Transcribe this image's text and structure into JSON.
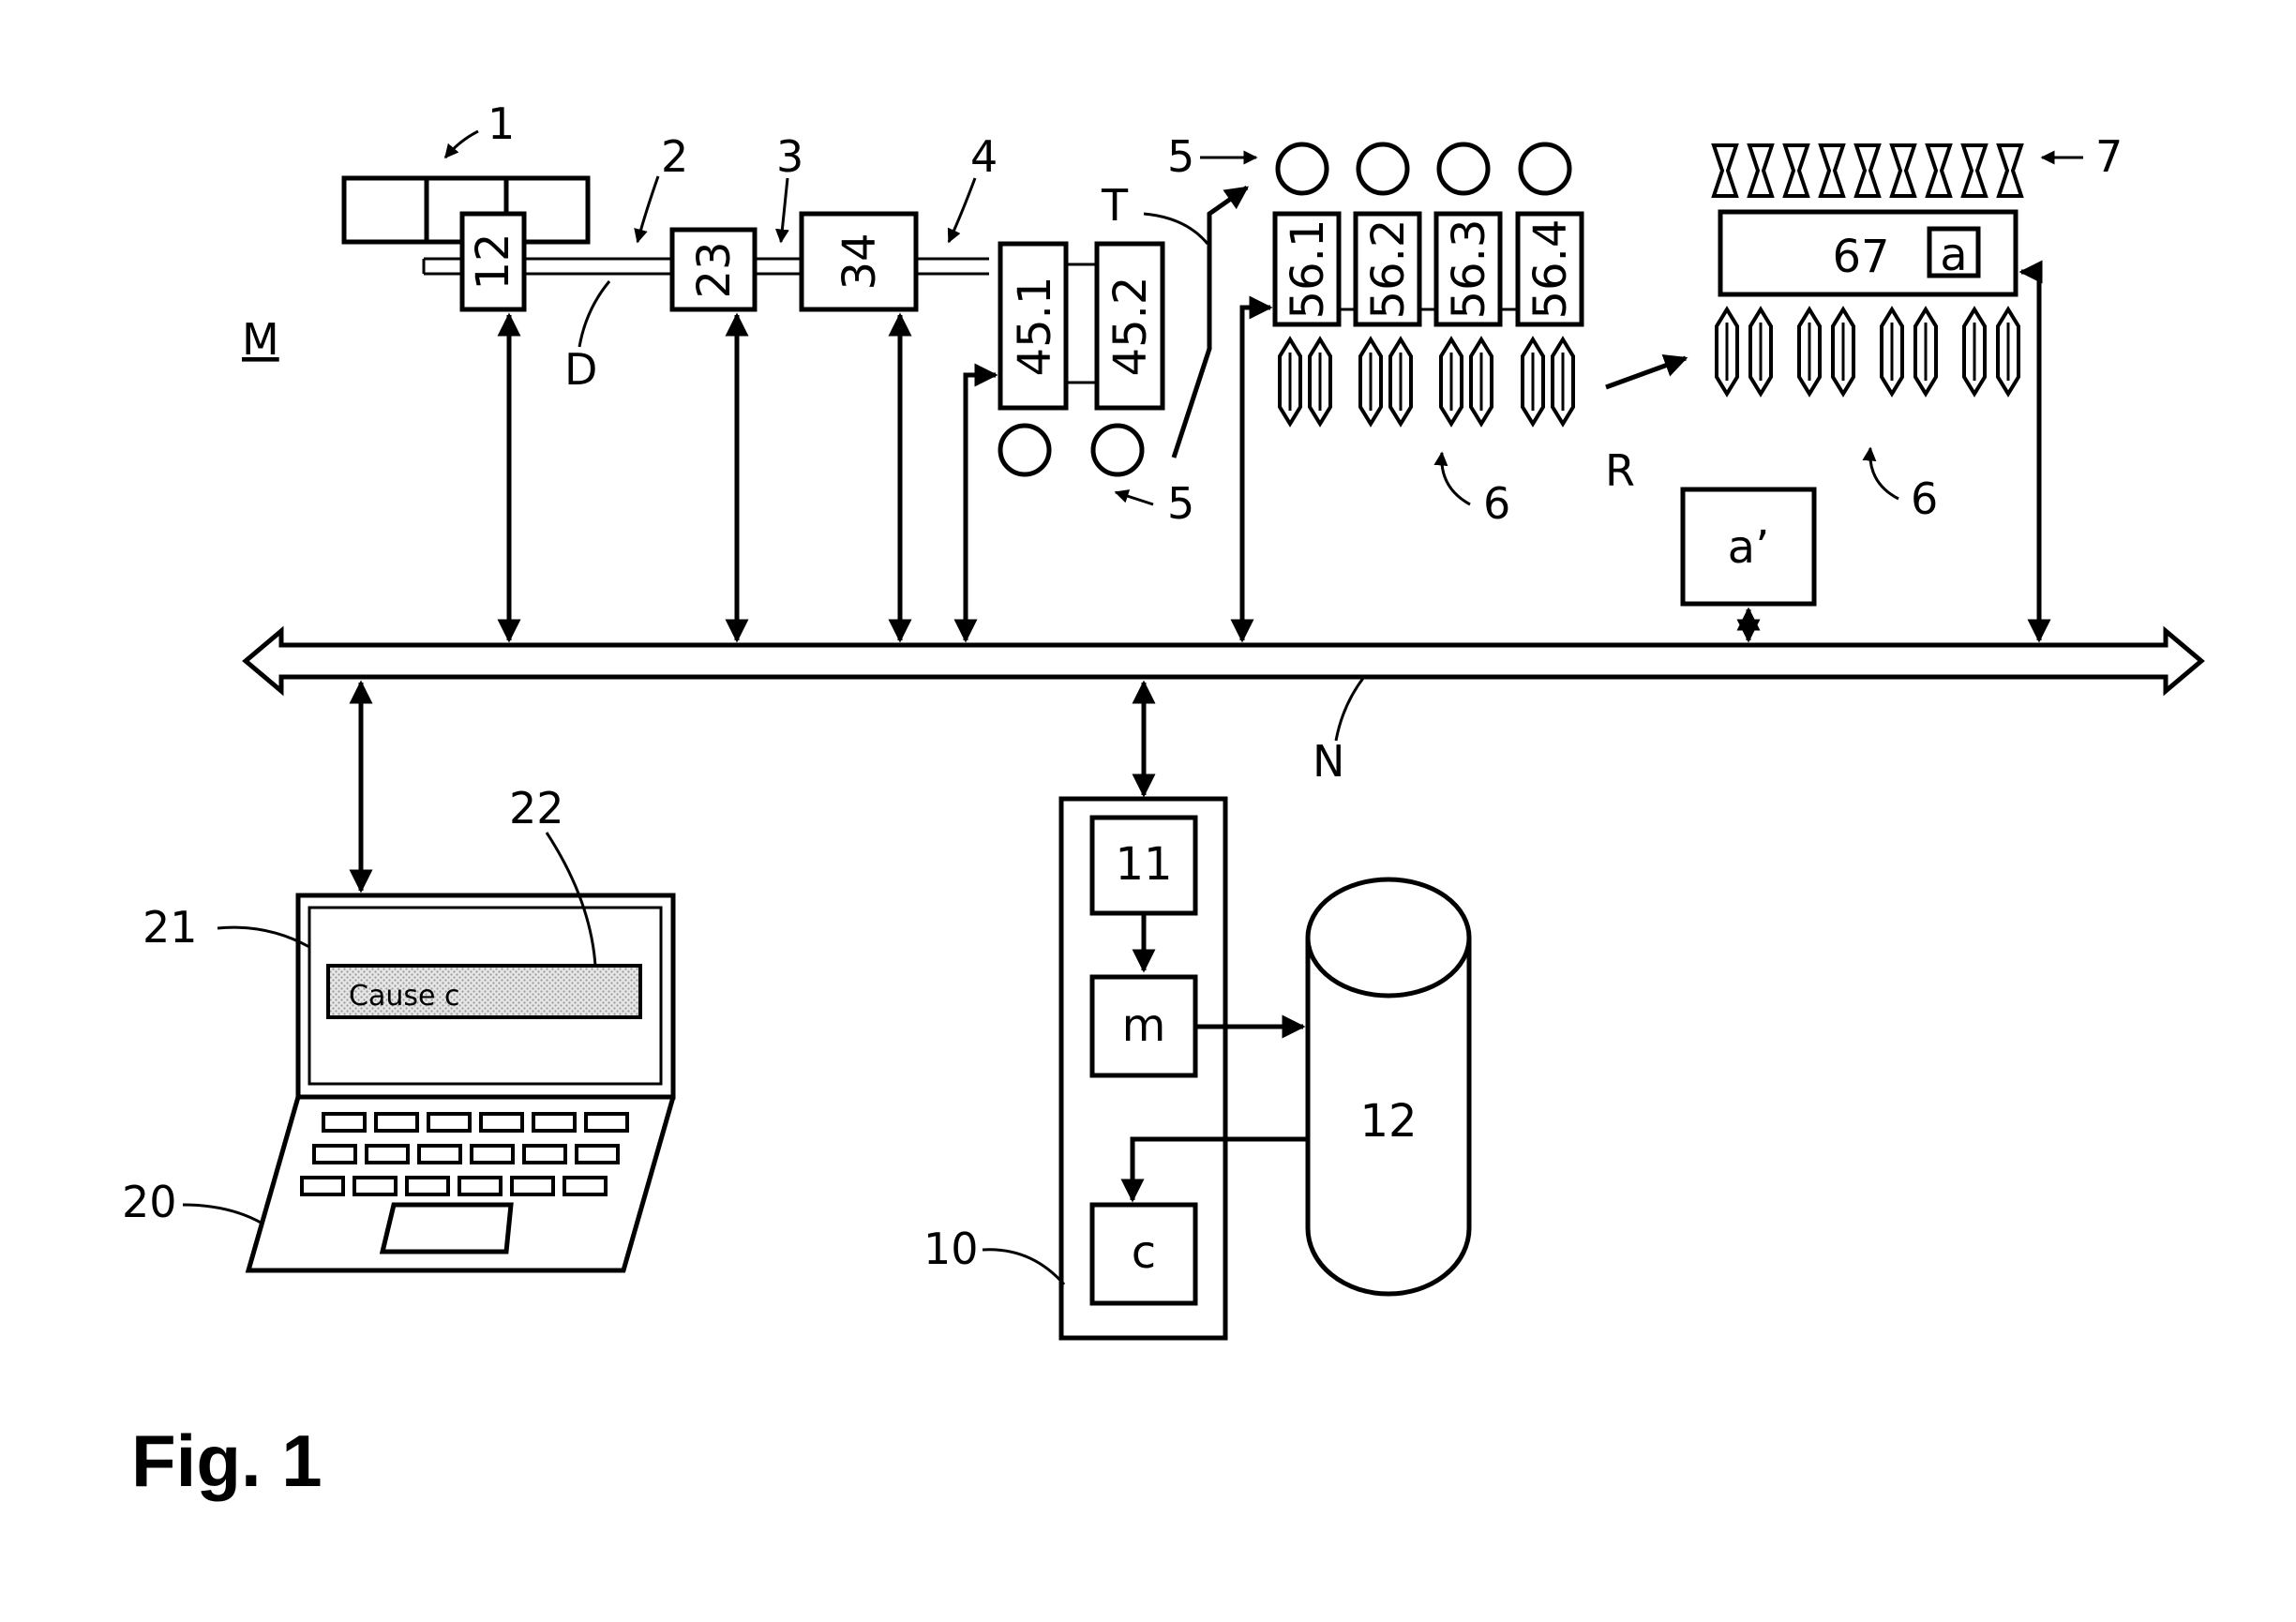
{
  "figure": {
    "caption": "Fig. 1"
  },
  "labels": {
    "machine": "M",
    "station_1": "1",
    "station_2": "2",
    "station_3": "3",
    "station_4": "4",
    "ref_5_top": "5",
    "ref_5_bottom": "5",
    "ref_6_left": "6",
    "ref_6_right": "6",
    "ref_7": "7",
    "ref_T": "T",
    "ref_D": "D",
    "ref_R": "R",
    "network": "N",
    "laptop": "20",
    "screen": "21",
    "display_field": "22",
    "server": "10"
  },
  "modules": {
    "m12": "12",
    "m23": "23",
    "m34": "34",
    "m45_1": "45.1",
    "m45_2": "45.2",
    "m56_1": "56.1",
    "m56_2": "56.2",
    "m56_3": "56.3",
    "m56_4": "56.4",
    "m67": "67",
    "a": "a",
    "a_prime": "a’"
  },
  "server": {
    "unit_11": "11",
    "unit_m": "m",
    "unit_c": "c",
    "database": "12"
  },
  "laptop": {
    "screen_text": "Cause c"
  }
}
